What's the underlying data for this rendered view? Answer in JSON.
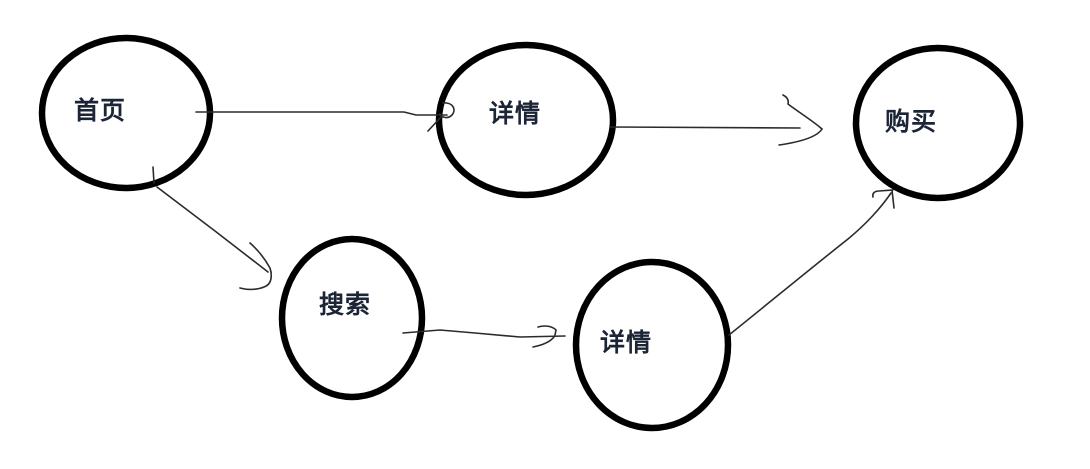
{
  "canvas": {
    "background": "#ffffff"
  },
  "colors": {
    "node_stroke": "#000000",
    "edge_stroke": "#2b2b2b",
    "label_text": "#1c2536"
  },
  "nodes": [
    {
      "id": "home",
      "label": "首页"
    },
    {
      "id": "detail_top",
      "label": "详情"
    },
    {
      "id": "buy",
      "label": "购买"
    },
    {
      "id": "search",
      "label": "搜索"
    },
    {
      "id": "detail_bottom",
      "label": "详情"
    }
  ],
  "edges": [
    {
      "from": "home",
      "to": "detail_top"
    },
    {
      "from": "detail_top",
      "to": "buy"
    },
    {
      "from": "home",
      "to": "search"
    },
    {
      "from": "search",
      "to": "detail_bottom"
    },
    {
      "from": "detail_bottom",
      "to": "buy"
    }
  ]
}
